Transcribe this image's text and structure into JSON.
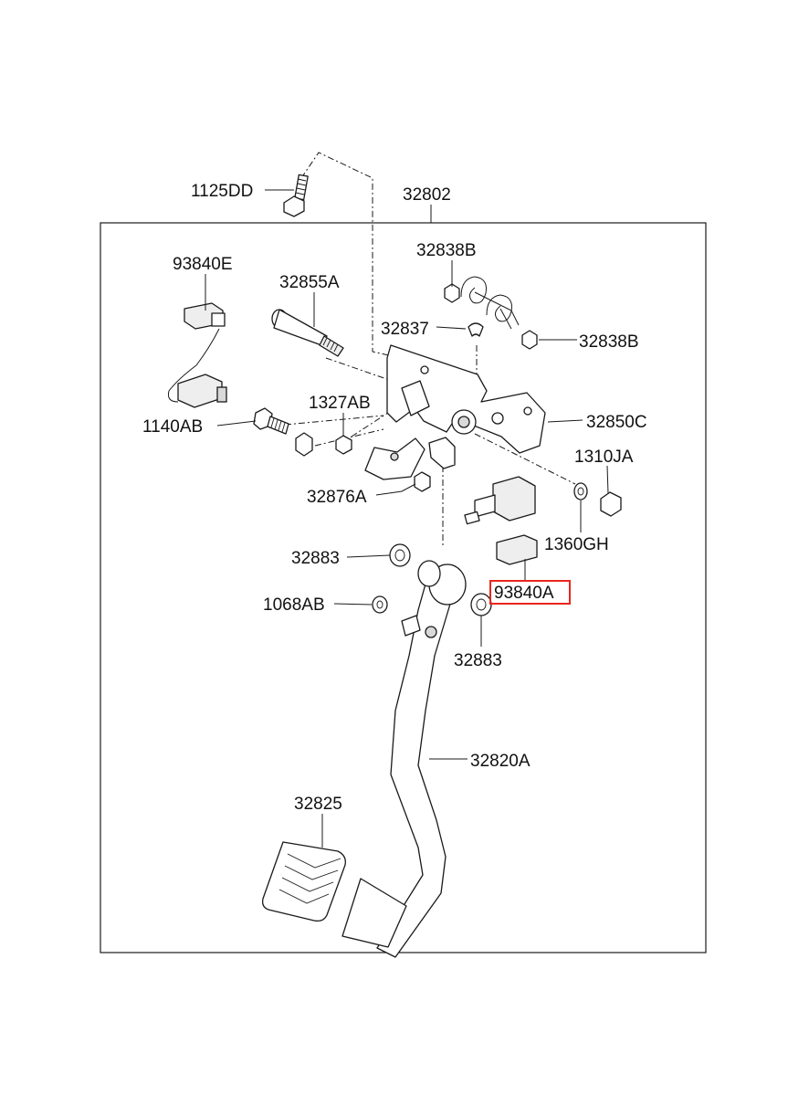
{
  "colors": {
    "highlight": "#e8261f",
    "line": "#1a1a1a"
  },
  "parts": [
    {
      "id": "p1125DD",
      "code": "1125DD"
    },
    {
      "id": "p32802",
      "code": "32802"
    },
    {
      "id": "p93840E",
      "code": "93840E"
    },
    {
      "id": "p32855A",
      "code": "32855A"
    },
    {
      "id": "p32838B_top",
      "code": "32838B"
    },
    {
      "id": "p32837",
      "code": "32837"
    },
    {
      "id": "p32838B_right",
      "code": "32838B"
    },
    {
      "id": "p1327AB",
      "code": "1327AB"
    },
    {
      "id": "p32850C",
      "code": "32850C"
    },
    {
      "id": "p1140AB",
      "code": "1140AB"
    },
    {
      "id": "p1310JA",
      "code": "1310JA"
    },
    {
      "id": "p32876A",
      "code": "32876A"
    },
    {
      "id": "p1360GH",
      "code": "1360GH"
    },
    {
      "id": "p32883_left",
      "code": "32883"
    },
    {
      "id": "p93840A",
      "code": "93840A",
      "highlighted": true
    },
    {
      "id": "p1068AB",
      "code": "1068AB"
    },
    {
      "id": "p32883_bottom",
      "code": "32883"
    },
    {
      "id": "p32820A",
      "code": "32820A"
    },
    {
      "id": "p32825",
      "code": "32825"
    }
  ]
}
